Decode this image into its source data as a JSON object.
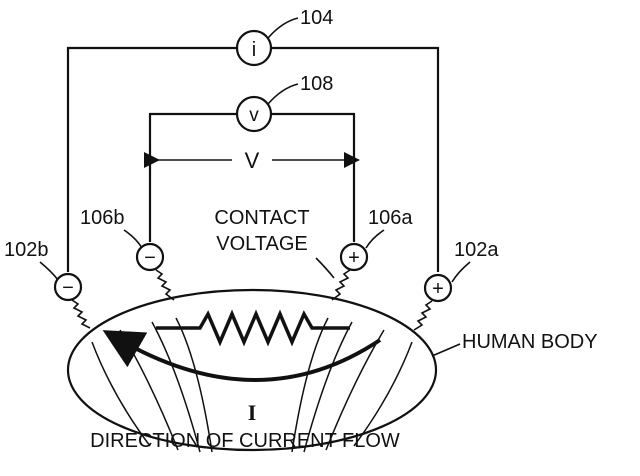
{
  "figure": {
    "labels": {
      "ref_104": "104",
      "ref_108": "108",
      "ref_106b": "106b",
      "ref_106a": "106a",
      "ref_102b": "102b",
      "ref_102a": "102a",
      "contact_voltage_line1": "CONTACT",
      "contact_voltage_line2": "VOLTAGE",
      "voltage_span": "V",
      "human_body": "HUMAN BODY",
      "current_symbol": "I",
      "current_direction": "DIRECTION OF CURRENT FLOW"
    },
    "meters": {
      "ammeter": "i",
      "voltmeter": "v"
    },
    "electrodes": {
      "outer_left_sign": "−",
      "outer_right_sign": "+",
      "inner_left_sign": "−",
      "inner_right_sign": "+"
    }
  }
}
